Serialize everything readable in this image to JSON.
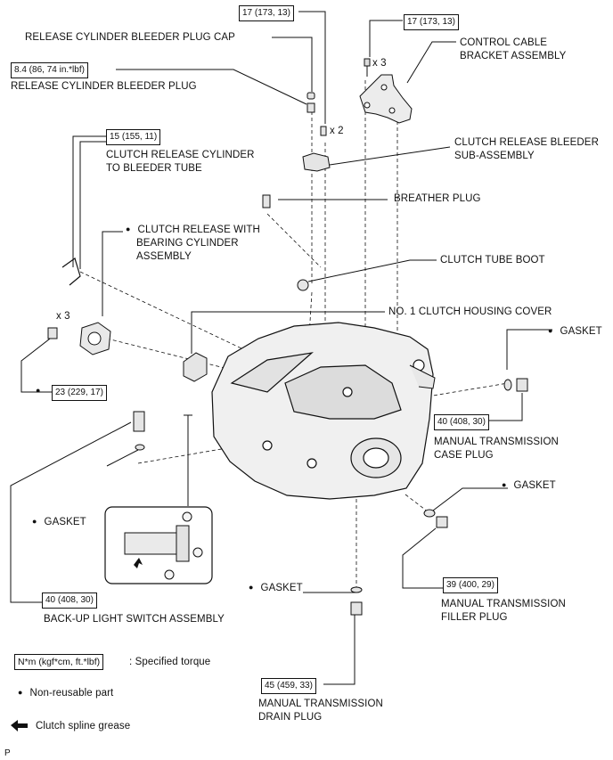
{
  "callouts": {
    "plug_cap": "RELEASE CYLINDER BLEEDER PLUG CAP",
    "bleeder_plug": "RELEASE CYLINDER BLEEDER PLUG",
    "bracket": [
      "CONTROL CABLE",
      "BRACKET ASSEMBLY"
    ],
    "bleeder_sub": [
      "CLUTCH RELEASE BLEEDER",
      "SUB-ASSEMBLY"
    ],
    "tube": [
      "CLUTCH RELEASE CYLINDER",
      "TO BLEEDER TUBE"
    ],
    "breather": "BREATHER PLUG",
    "release_cyl": [
      "CLUTCH RELEASE WITH",
      "BEARING CYLINDER",
      "ASSEMBLY"
    ],
    "tube_boot": "CLUTCH TUBE BOOT",
    "housing_cover": "NO. 1 CLUTCH HOUSING COVER",
    "gasket": "GASKET",
    "case_plug": [
      "MANUAL TRANSMISSION",
      "CASE PLUG"
    ],
    "filler_plug": [
      "MANUAL TRANSMISSION",
      "FILLER PLUG"
    ],
    "drain_plug": [
      "MANUAL TRANSMISSION",
      "DRAIN PLUG"
    ],
    "backup_switch": "BACK-UP LIGHT SWITCH ASSEMBLY"
  },
  "torques": {
    "t_top": "17 (173, 13)",
    "t_bracket": "17 (173, 13)",
    "t_bleeder_plug": "8.4 (86, 74 in.*lbf)",
    "t_tube": "15 (155, 11)",
    "t_release": "23 (229, 17)",
    "t_case": "40 (408, 30)",
    "t_filler": "39 (400, 29)",
    "t_drain": "45 (459, 33)",
    "t_switch": "40 (408, 30)"
  },
  "qty": {
    "x3_bracket": "x 3",
    "x2": "x 2",
    "x3_release": "x 3"
  },
  "legend": {
    "torque_unit": "N*m (kgf*cm, ft.*lbf)",
    "torque_desc": ": Specified torque",
    "nonreusable": "Non-reusable part",
    "grease": "Clutch spline grease"
  },
  "corner_mark": "P"
}
